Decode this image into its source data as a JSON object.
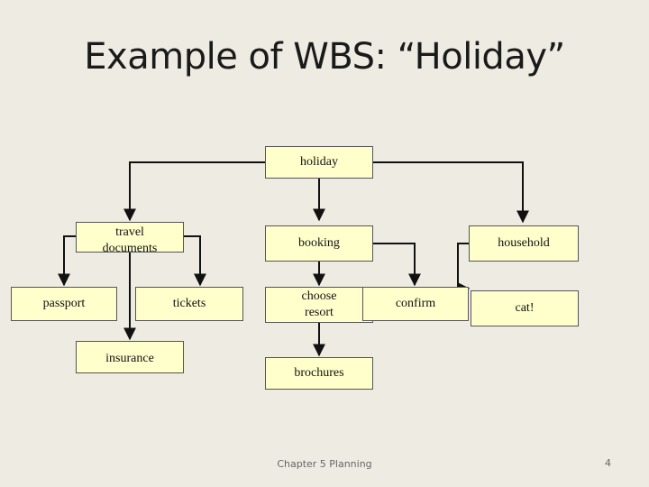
{
  "title": "Example of WBS: “Holiday”",
  "nodes": {
    "holiday": "holiday",
    "travel_documents": "travel\ndocuments",
    "booking": "booking",
    "household": "household",
    "passport": "passport",
    "tickets": "tickets",
    "choose_resort": "choose\nresort",
    "confirm": "confirm",
    "cat": "cat!",
    "insurance": "insurance",
    "brochures": "brochures"
  },
  "footer": "Chapter 5 Planning",
  "page_number": "4",
  "colors": {
    "node_fill": "#ffffcc",
    "node_border": "#555555",
    "background": "#eeebe2"
  }
}
